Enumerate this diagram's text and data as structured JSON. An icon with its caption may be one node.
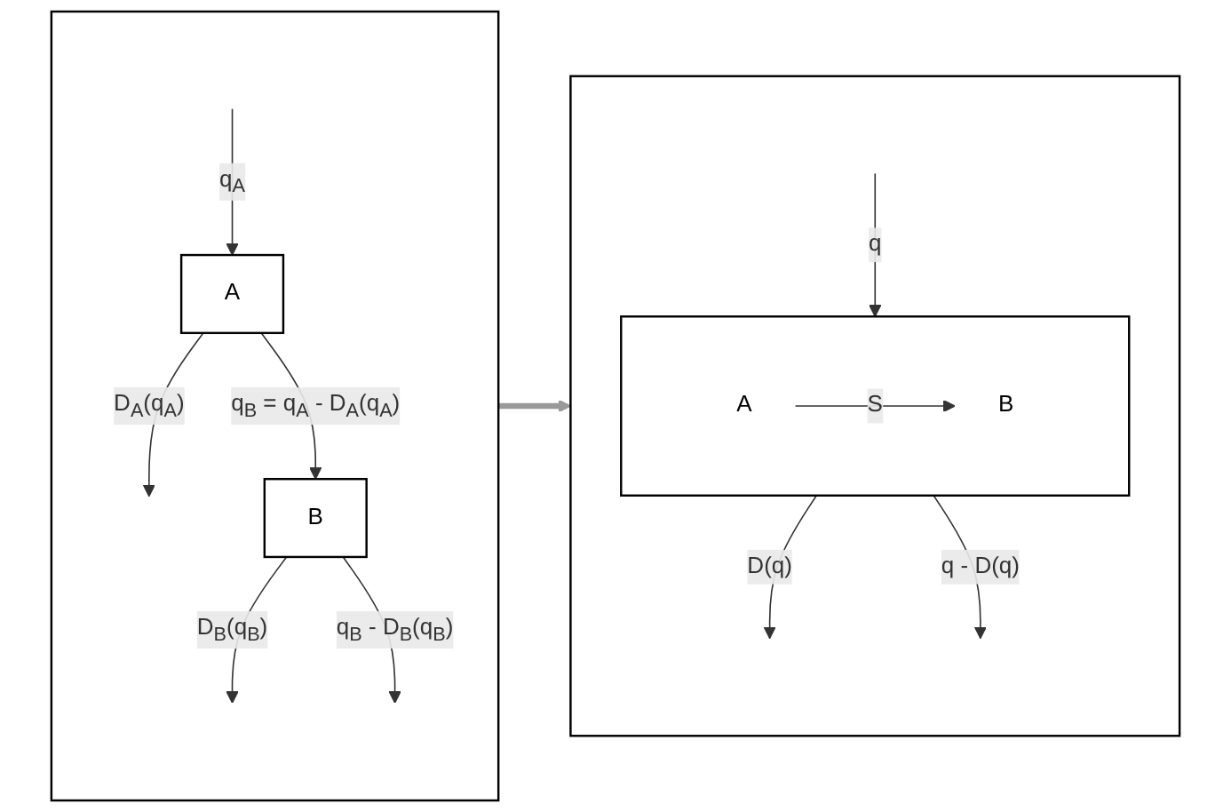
{
  "diagram": {
    "nodes": [
      {
        "text": [],
        "shape": "box"
      },
      {
        "text": [
          "A"
        ],
        "in": 0
      },
      {
        "text": [
          "B"
        ],
        "in": 0
      },
      {
        "text": [],
        "shape": "box"
      },
      {
        "text": [],
        "shape": "box",
        "in": 3
      },
      {
        "text": [
          "A"
        ],
        "in": 4
      },
      {
        "text": [
          "B"
        ],
        "in": 4
      }
    ],
    "edges": [
      {
        "from": null,
        "to": 1,
        "arrow": "to",
        "label": "q$_{A}$"
      },
      {
        "from": 1,
        "to": null,
        "arrow": "to",
        "label": "D$_{A}$(q$_{A}$)"
      },
      {
        "from": 1,
        "to": 2,
        "arrow": "to",
        "label": "q$_{B}$ = q$_{A}$ - D$_{A}$(q$_{A}$)"
      },
      {
        "from": 2,
        "to": null,
        "arrow": "to",
        "label": "D$_{B}$(q$_{B}$)"
      },
      {
        "from": 2,
        "to": null,
        "arrow": "to",
        "label": "q$_{B}$ - D$_{B}$(q$_{B}$)"
      },
      {
        "from": 0,
        "to": 3,
        "arrow": "to",
        "style": "thick",
        "color": "#999999"
      },
      {
        "from": null,
        "to": 4,
        "arrow": "to",
        "label": "q"
      },
      {
        "from": 4,
        "to": null,
        "arrow": "to",
        "label": "D(q)"
      },
      {
        "from": 4,
        "to": null,
        "arrow": "to",
        "label": "q - D(q)"
      },
      {
        "from": 5,
        "to": 6,
        "arrow": "to",
        "label": "S"
      }
    ]
  }
}
